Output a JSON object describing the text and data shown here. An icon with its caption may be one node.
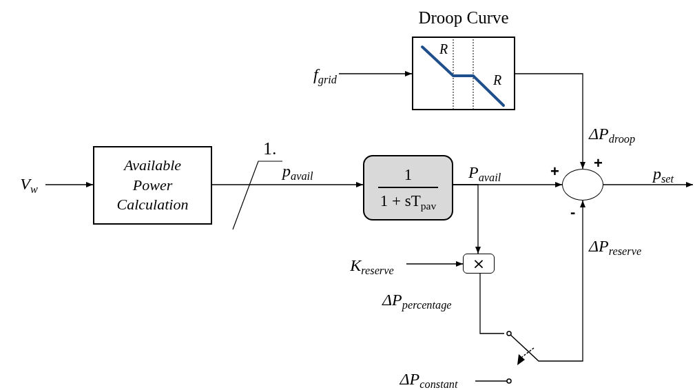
{
  "diagram": {
    "nodes": [
      {
        "text": [
          "Droop Curve"
        ]
      },
      {
        "text": [
          "f$_{grid}$"
        ]
      },
      {
        "text": [
          "V$_{w}$"
        ]
      },
      {
        "text": [
          "Available Power Calculation"
        ]
      },
      {
        "text": [
          "1",
          "1 + sT$_{pav}$"
        ]
      },
      {
        "text": [],
        "shape": "circle"
      },
      {
        "text": [
          "K$_{reserve}$"
        ]
      },
      {
        "text": [
          "×"
        ]
      },
      {
        "text": [],
        "shape": "switch"
      },
      {
        "text": [
          "ΔP$_{constant}$"
        ]
      }
    ],
    "edges": [
      {
        "from": 1,
        "to": 0,
        "arrow": "to"
      },
      {
        "from": 2,
        "to": 3,
        "arrow": "to"
      },
      {
        "from": 3,
        "to": 4,
        "label": "p$_{avail}$",
        "arrow": "to"
      },
      {
        "from": 4,
        "to": 5,
        "label": "P$_{avail}$",
        "arrow": "to"
      },
      {
        "from": 0,
        "to": 5,
        "label": "ΔP$_{droop}$",
        "arrow": "to"
      },
      {
        "from": 5,
        "to": null,
        "label": "p$_{set}$",
        "arrow": "to"
      },
      {
        "from": 4,
        "to": 7,
        "arrow": "to"
      },
      {
        "from": 6,
        "to": 7,
        "arrow": "to"
      },
      {
        "from": 7,
        "to": 8,
        "label": "ΔP$_{percentage}$",
        "arrow": "none"
      },
      {
        "from": 8,
        "to": 5,
        "label": "ΔP$_{reserve}$",
        "arrow": "to"
      },
      {
        "from": 9,
        "to": 8,
        "arrow": "none"
      }
    ],
    "labels": [
      "1.",
      "R",
      "R",
      "+",
      "+",
      "-"
    ]
  }
}
